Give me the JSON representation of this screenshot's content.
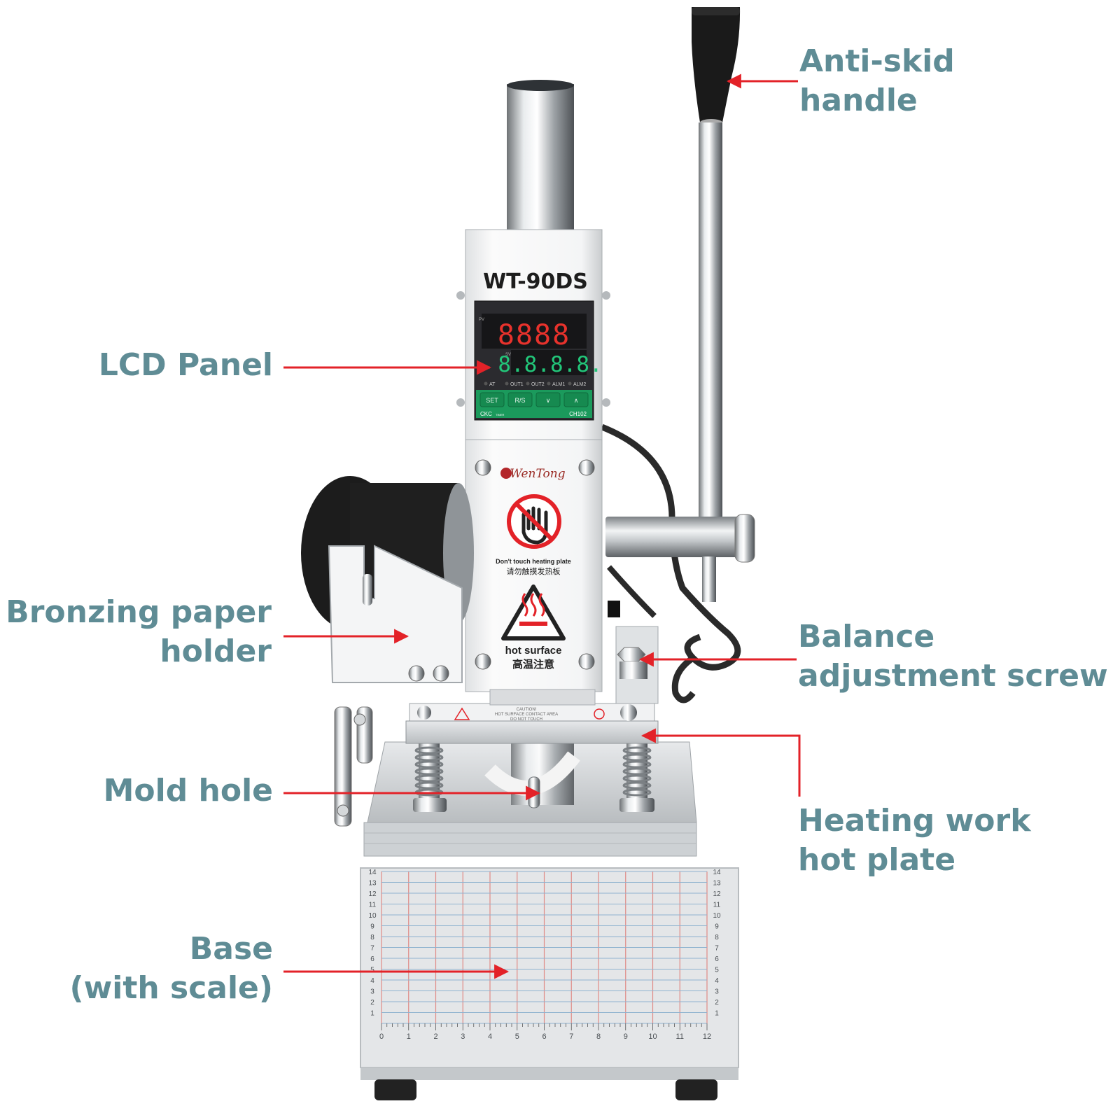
{
  "machine": {
    "model_label": "WT-90DS",
    "brand": "WenTong",
    "controller": {
      "pv_label": "PV",
      "sv_label": "SV",
      "pv_display": "8888",
      "sv_display": "8.8.8.8.",
      "indicators": [
        "AT",
        "OUT1",
        "OUT2",
        "ALM1",
        "ALM2"
      ],
      "buttons": [
        "SET",
        "R/S",
        "∨",
        "∧"
      ],
      "footer_left": "CKC",
      "footer_left_small": "TIMER",
      "footer_right": "CH102"
    },
    "warning_touch": {
      "en": "Don't touch heating plate",
      "zh": "请勿触摸发热板"
    },
    "warning_hot": {
      "en": "hot surface",
      "zh": "高温注意"
    },
    "plate_caution": [
      "CAUTION!",
      "HOT SURFACE CONTACT AREA",
      "DO NOT TOUCH"
    ],
    "scale_bottom": [
      "0",
      "1",
      "2",
      "3",
      "4",
      "5",
      "6",
      "7",
      "8",
      "9",
      "10",
      "11",
      "12"
    ],
    "scale_side": [
      "1",
      "2",
      "3",
      "4",
      "5",
      "6",
      "7",
      "8",
      "9",
      "10",
      "11",
      "12",
      "13",
      "14"
    ]
  },
  "callouts": {
    "anti_skid_handle": [
      "Anti-skid",
      "handle"
    ],
    "lcd_panel": [
      "LCD Panel"
    ],
    "bronzing_paper_holder": [
      "Bronzing paper",
      "holder"
    ],
    "balance_adjustment_screw": [
      "Balance",
      "adjustment screw"
    ],
    "mold_hole": [
      "Mold hole"
    ],
    "heating_work_hot_plate": [
      "Heating work",
      "hot plate"
    ],
    "base_with_scale": [
      "Base",
      "(with scale)"
    ]
  },
  "colors": {
    "label": "#5f8c95",
    "arrow": "#e32228",
    "metal": "#c8cbce",
    "display_red": "#e8322c",
    "display_green": "#22c77a",
    "controller_green": "#1b9a5c"
  }
}
